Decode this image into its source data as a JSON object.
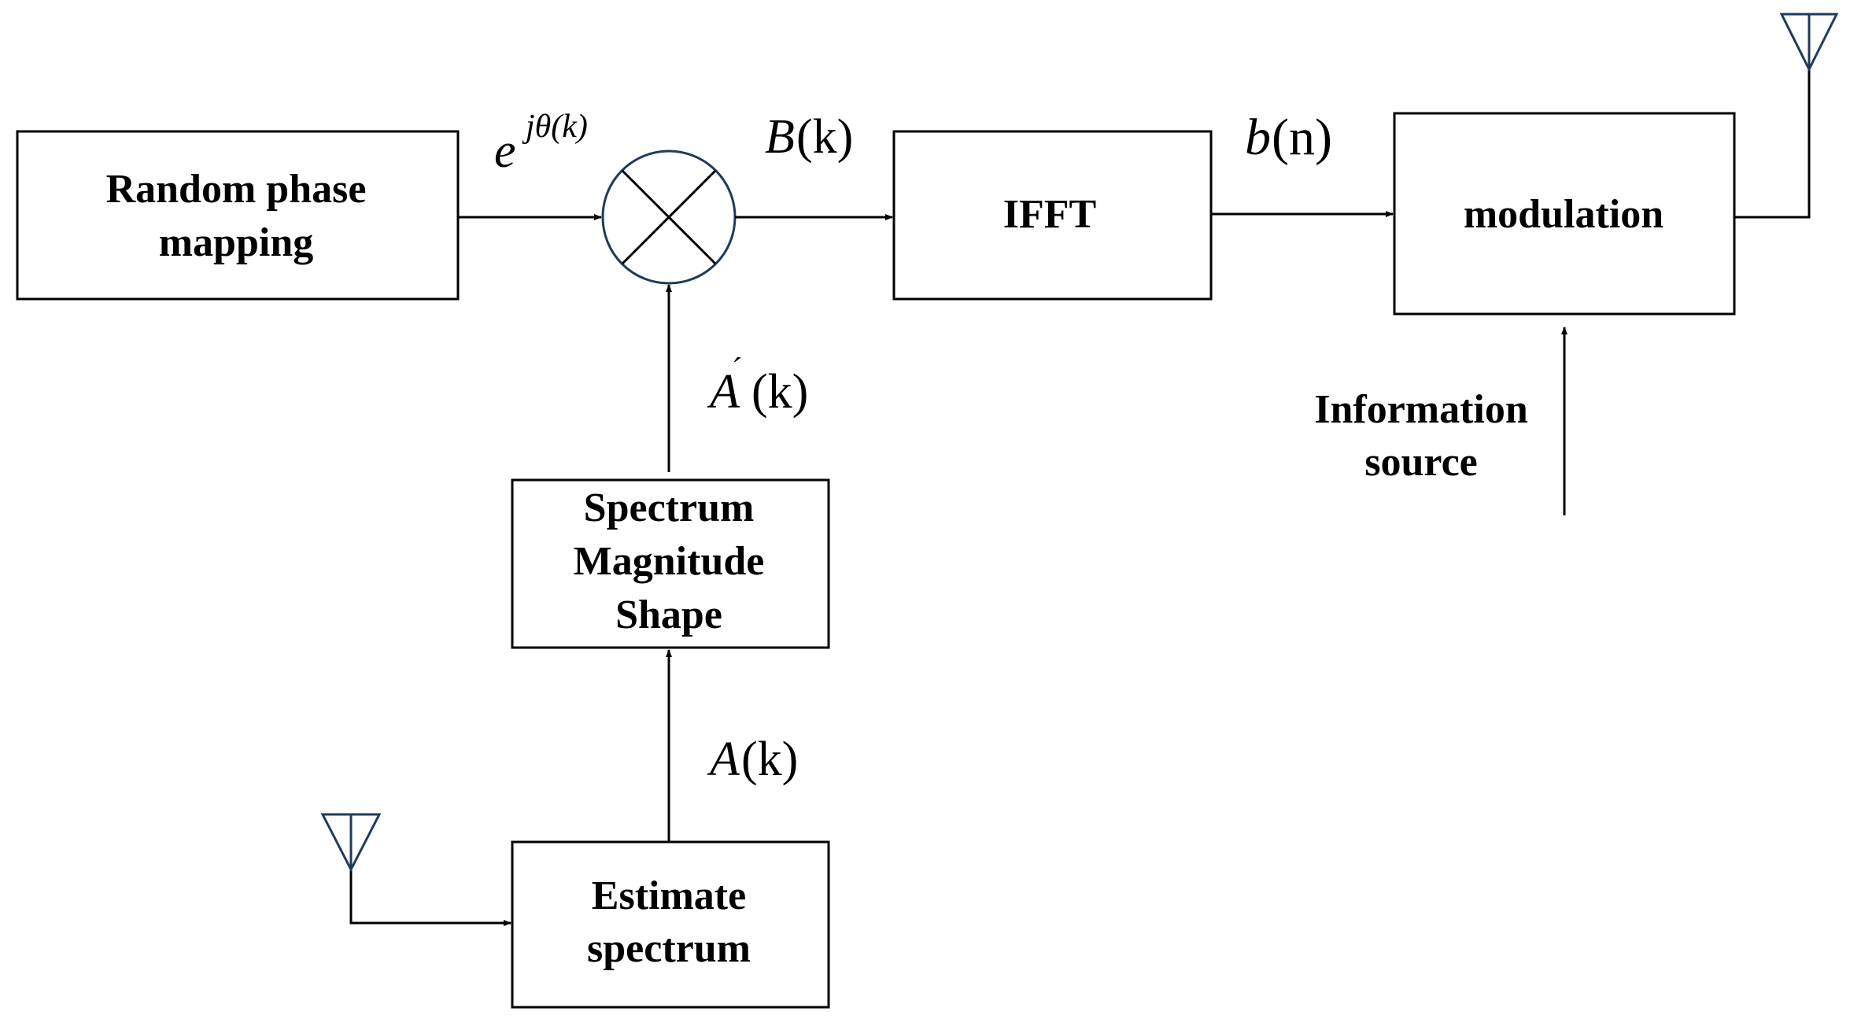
{
  "blocks": {
    "random_phase_mapping": {
      "line1": "Random phase",
      "line2": "mapping"
    },
    "ifft": {
      "label": "IFFT"
    },
    "modulation": {
      "label": "modulation"
    },
    "spectrum_magnitude_shape": {
      "line1": "Spectrum",
      "line2": "Magnitude",
      "line3": "Shape"
    },
    "estimate_spectrum": {
      "line1": "Estimate",
      "line2": "spectrum"
    }
  },
  "inputs": {
    "information_source": {
      "line1": "Information",
      "line2": "source"
    }
  },
  "signals": {
    "phase_factor": {
      "base": "e",
      "exponent": "jθ(k)"
    },
    "mixer_output": {
      "symbol": "B",
      "arg": "(k)"
    },
    "ifft_output": {
      "symbol": "b",
      "arg": "(n)"
    },
    "shaped_magnitude": {
      "symbol": "A",
      "prime": "´",
      "arg": "(k)"
    },
    "estimated_magnitude": {
      "symbol": "A",
      "arg": "(k)"
    }
  },
  "colors": {
    "line": "#000000",
    "antenna": "#1f3a5a",
    "mixer_circle": "#1f3a5a"
  },
  "icons": {
    "mixer": "multiplier-circle-x-icon",
    "antenna": "antenna-icon"
  }
}
